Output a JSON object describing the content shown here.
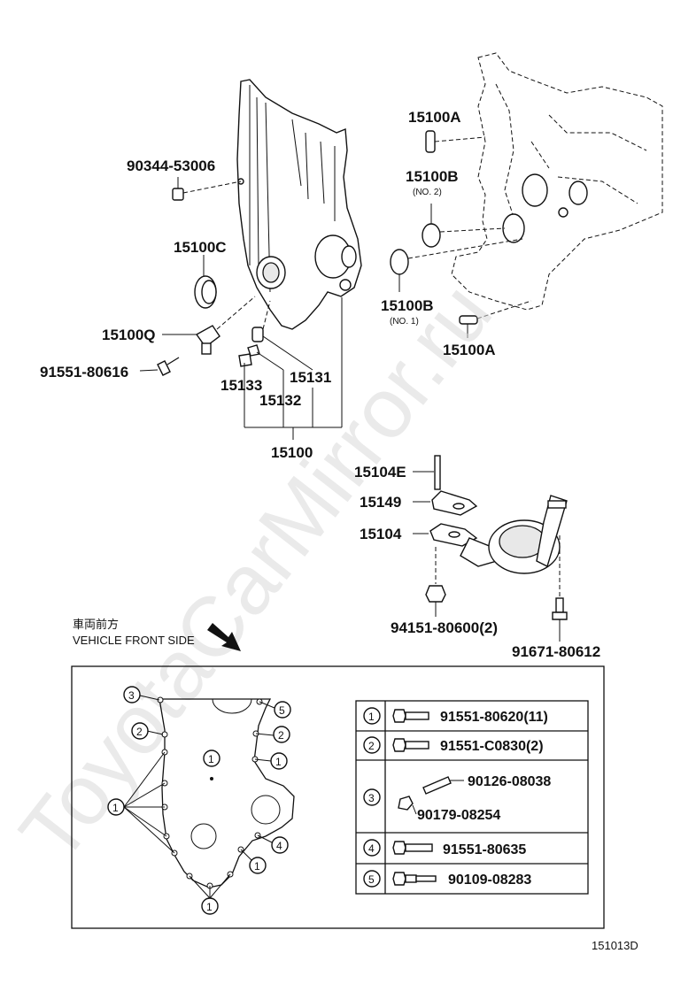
{
  "watermark": "ToyotaCarMirror.ru",
  "labels": {
    "p90344": "90344-53006",
    "p15100C": "15100C",
    "p15100Q": "15100Q",
    "p91551_80616": "91551-80616",
    "p15133": "15133",
    "p15132": "15132",
    "p15131": "15131",
    "p15100": "15100",
    "p15100A_top": "15100A",
    "p15100B_top": "15100B",
    "p15100B_top_sub": "(NO. 2)",
    "p15100B_bottom": "15100B",
    "p15100B_bottom_sub": "(NO. 1)",
    "p15100A_bottom": "15100A",
    "p15104E": "15104E",
    "p15149": "15149",
    "p15104": "15104",
    "p94151": "94151-80600(2)",
    "p91671": "91671-80612"
  },
  "front_note": {
    "japanese": "車両前方",
    "english": "VEHICLE FRONT SIDE"
  },
  "bolt_map": {
    "callouts": [
      "1",
      "2",
      "3",
      "4",
      "5"
    ]
  },
  "legend": [
    {
      "num": "1",
      "parts": [
        "91551-80620(11)"
      ]
    },
    {
      "num": "2",
      "parts": [
        "91551-C0830(2)"
      ]
    },
    {
      "num": "3",
      "parts": [
        "90126-08038",
        "90179-08254"
      ]
    },
    {
      "num": "4",
      "parts": [
        "91551-80635"
      ]
    },
    {
      "num": "5",
      "parts": [
        "90109-08283"
      ]
    }
  ],
  "diagram_id": "151013D"
}
